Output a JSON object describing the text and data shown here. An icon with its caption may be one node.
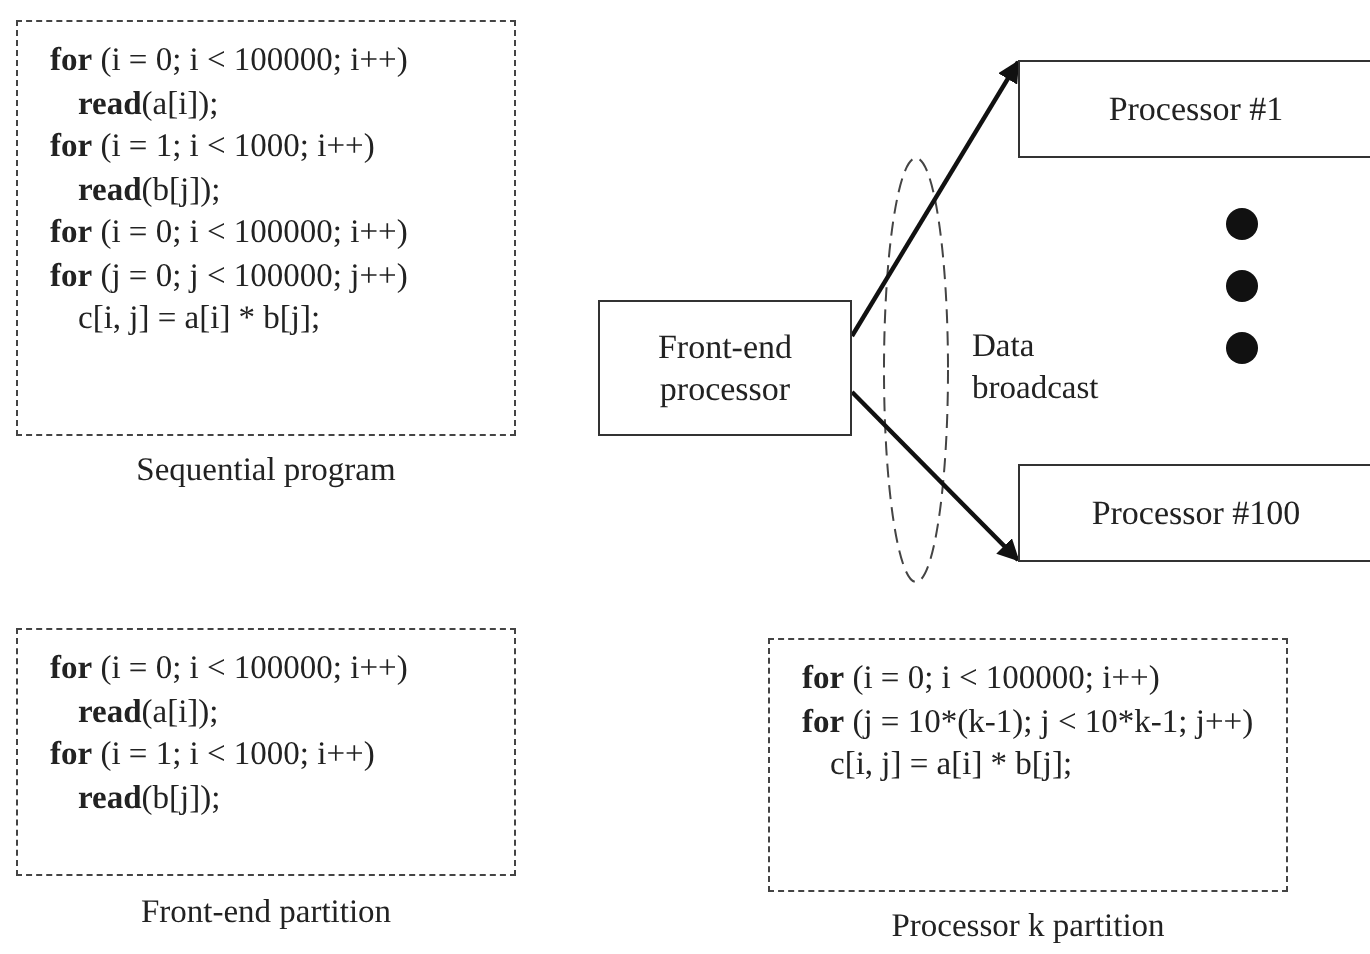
{
  "diagram": {
    "nodes": [
      {
        "text": [
          "**for** (i = 0; i < 100000; i++)",
          "**read**(a[i]);",
          "**for** (i = 1; i < 1000; i++)",
          "**read**(b[j]);",
          "**for** (i = 0; i < 100000; i++)",
          "**for** (j = 0; j < 100000; j++)",
          "c[i, j] = a[i] * b[j];"
        ],
        "beside": [
          "Sequential program"
        ]
      },
      {
        "text": [
          "Front-end processor"
        ]
      },
      {
        "text": [
          "Processor #1"
        ]
      },
      {
        "text": [
          "Processor #100"
        ]
      },
      {
        "text": [
          "**for** (i = 0; i < 100000; i++)",
          "**read**(a[i]);",
          "**for** (i = 1; i < 1000; i++)",
          "**read**(b[j]);"
        ],
        "beside": [
          "Front-end partition"
        ]
      },
      {
        "text": [
          "**for** (i = 0; i < 100000; i++)",
          "**for** (j = 10*(k-1); j < 10*k-1; j++)",
          "c[i, j] = a[i] * b[j];"
        ],
        "beside": [
          "Processor k partition"
        ]
      }
    ],
    "edges": [
      {
        "from": 1,
        "to": 2,
        "arrow": "to"
      },
      {
        "from": 1,
        "to": 3,
        "arrow": "to"
      }
    ],
    "labels": [
      "Data broadcast"
    ]
  }
}
